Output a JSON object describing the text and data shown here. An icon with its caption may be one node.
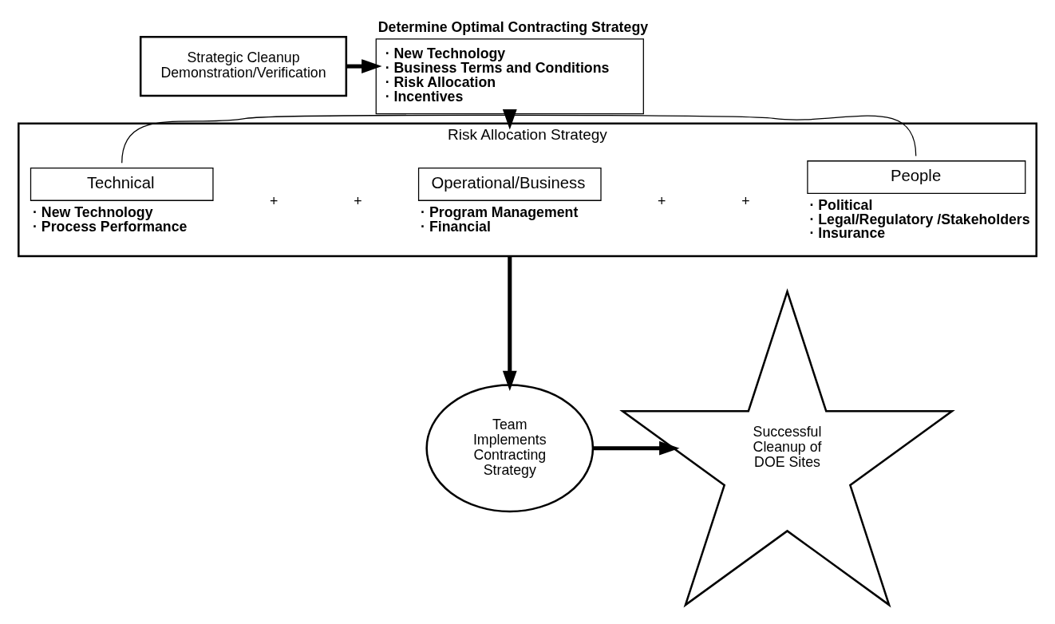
{
  "diagram": {
    "nodes": [
      {
        "text": [
          "Strategic Cleanup Demonstration/Verification"
        ]
      },
      {
        "text": [
          "Determine Optimal Contracting Strategy",
          "· New Technology",
          "· Business Terms and Conditions",
          "· Risk Allocation",
          "· Incentives"
        ]
      },
      {
        "text": [
          "Risk Allocation Strategy"
        ]
      },
      {
        "text": [
          "Technical"
        ],
        "in": 2,
        "beside": [
          "· New Technology",
          "· Process Performance"
        ]
      },
      {
        "text": [
          "Operational/Business"
        ],
        "in": 2,
        "beside": [
          "· Program Management",
          "· Financial"
        ]
      },
      {
        "text": [
          "People"
        ],
        "in": 2,
        "beside": [
          "· Political",
          "· Legal/Regulatory /Stakeholders",
          "· Insurance"
        ]
      },
      {
        "text": [
          "Team Implements Contracting Strategy"
        ]
      },
      {
        "text": [
          "Successful Cleanup of DOE Sites"
        ]
      }
    ],
    "edges": [
      {
        "from": 0,
        "to": 1,
        "arrow": "to"
      },
      {
        "from": 1,
        "to": 2,
        "arrow": "to"
      },
      {
        "from": 3,
        "to": 5,
        "arrow": "none"
      },
      {
        "from": 2,
        "to": 6,
        "arrow": "to"
      },
      {
        "from": 6,
        "to": 7,
        "arrow": "to"
      }
    ],
    "labels": [
      "+",
      "+",
      "+",
      "+"
    ]
  }
}
